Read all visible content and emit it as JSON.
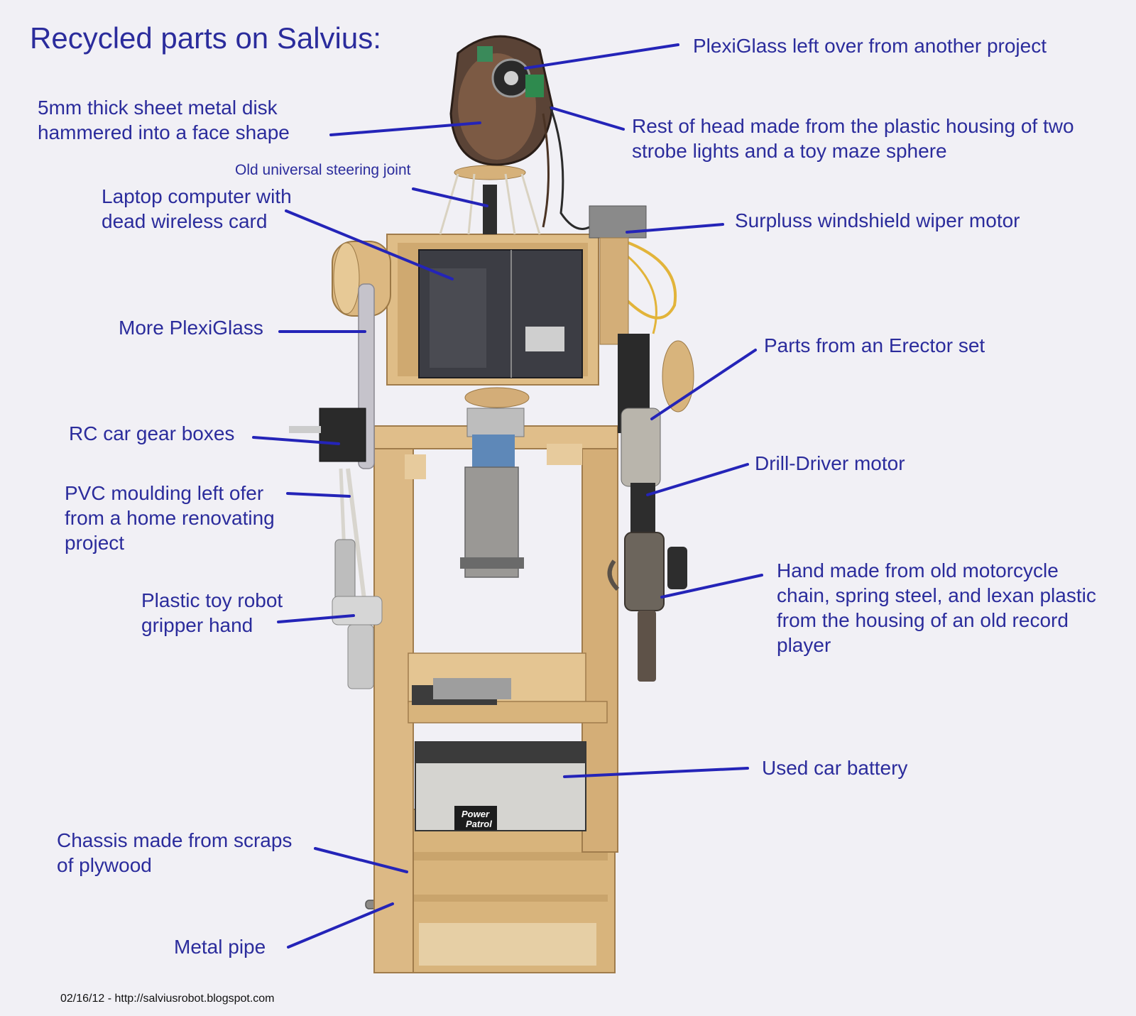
{
  "title": "Recycled parts on Salvius:",
  "footer": "02/16/12 - http://salviusrobot.blogspot.com",
  "colors": {
    "label": "#2b2c9c",
    "leader": "#2424b8",
    "background": "#f1f0f5",
    "plywood": "#d9b57f",
    "laptop": "#3c3d44",
    "metal": "#8d8a86"
  },
  "labels": {
    "plexiglass_top": [
      "PlexiGlass left over from another project"
    ],
    "face_disk": [
      "5mm thick sheet metal disk",
      "hammered into a face shape"
    ],
    "rest_of_head": [
      "Rest of head made from the plastic housing of two",
      "strobe lights and a toy maze sphere"
    ],
    "steering_joint": [
      "Old universal steering joint"
    ],
    "laptop": [
      "Laptop computer with",
      "dead wireless card"
    ],
    "wiper_motor": [
      "Surpluss windshield wiper motor"
    ],
    "more_plexiglass": [
      "More PlexiGlass"
    ],
    "erector_set": [
      "Parts from an Erector set"
    ],
    "rc_gear": [
      "RC car gear boxes"
    ],
    "drill_motor": [
      "Drill-Driver motor"
    ],
    "pvc_moulding": [
      "PVC moulding left ofer",
      "from a home renovating",
      "project"
    ],
    "hand": [
      "Hand made from old motorcycle",
      "chain, spring steel, and lexan plastic",
      "from the housing of an old record",
      "player"
    ],
    "gripper_hand": [
      "Plastic toy robot",
      "gripper hand"
    ],
    "car_battery": [
      "Used car battery"
    ],
    "chassis": [
      "Chassis made from scraps",
      "of plywood"
    ],
    "metal_pipe": [
      "Metal pipe"
    ]
  },
  "battery_brand": [
    "Power",
    "Patrol"
  ]
}
